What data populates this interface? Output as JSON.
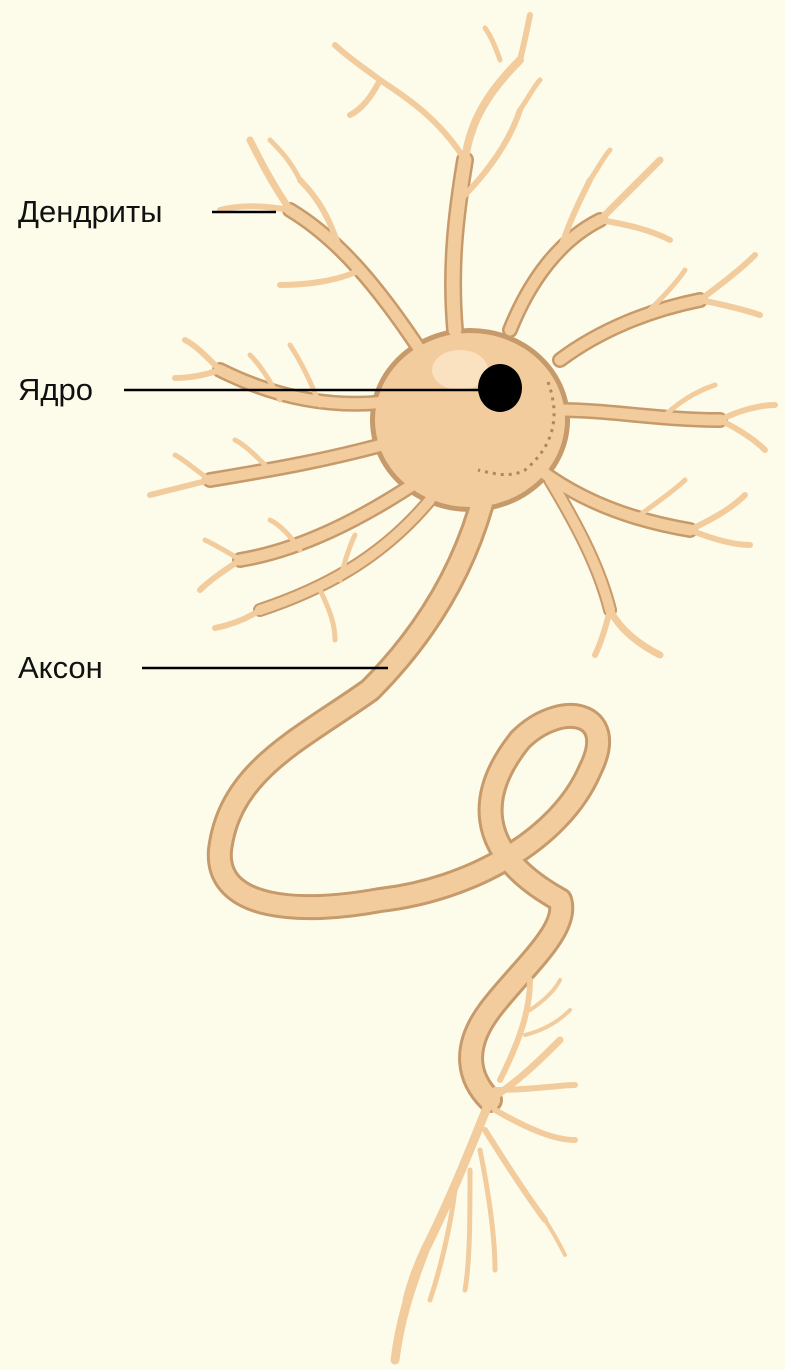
{
  "labels": {
    "dendrites": "Дендриты",
    "nucleus": "Ядро",
    "axon": "Аксон"
  },
  "colors": {
    "background": "#fdfcea",
    "cell_fill": "#f3cc9e",
    "cell_outline": "#c69a6a",
    "nucleus": "#000000",
    "leader_line": "#000000",
    "myelin_dots": "#b2865a"
  }
}
